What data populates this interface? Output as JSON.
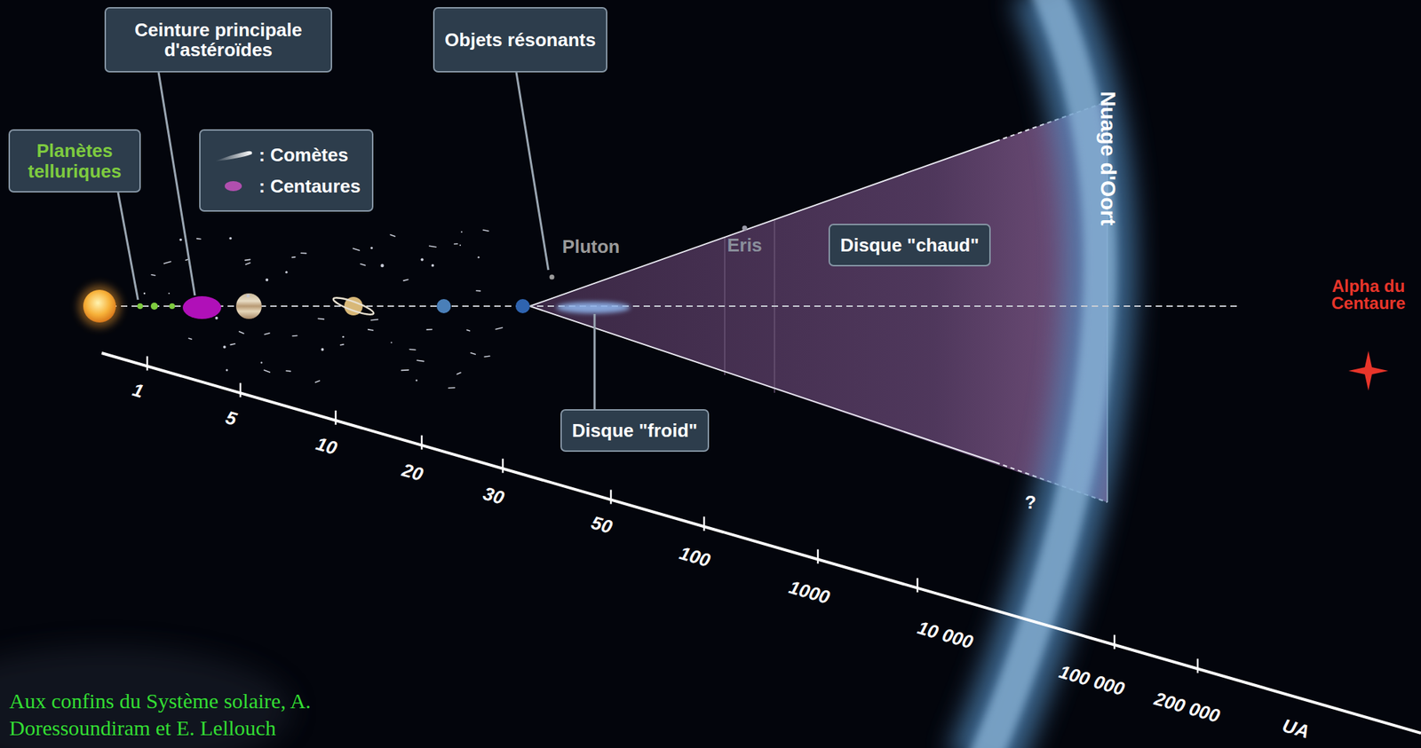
{
  "diagram": {
    "caption": "Aux confins du Système solaire, A. Doressoundiram et E. Lellouch",
    "nodes": [
      {
        "text": [
          "Ceinture principale d'astéroïdes"
        ]
      },
      {
        "text": [
          "Objets résonants"
        ]
      },
      {
        "text": [
          "Planètes telluriques"
        ]
      },
      {
        "text": [
          "Disque \"chaud\""
        ]
      },
      {
        "text": [
          "Disque \"froid\""
        ]
      }
    ],
    "labels": [
      "Pluton",
      "Eris",
      "Nuage d'Oort",
      "Alpha du Centaure",
      "?",
      "1",
      "5",
      "10",
      "20",
      "30",
      "50",
      "100",
      "1000",
      "10 000",
      "100 000",
      "200 000",
      "UA"
    ],
    "legend": [
      {
        "text": ": Comètes"
      },
      {
        "text": ": Centaures",
        "color": "#b04fae"
      }
    ]
  }
}
